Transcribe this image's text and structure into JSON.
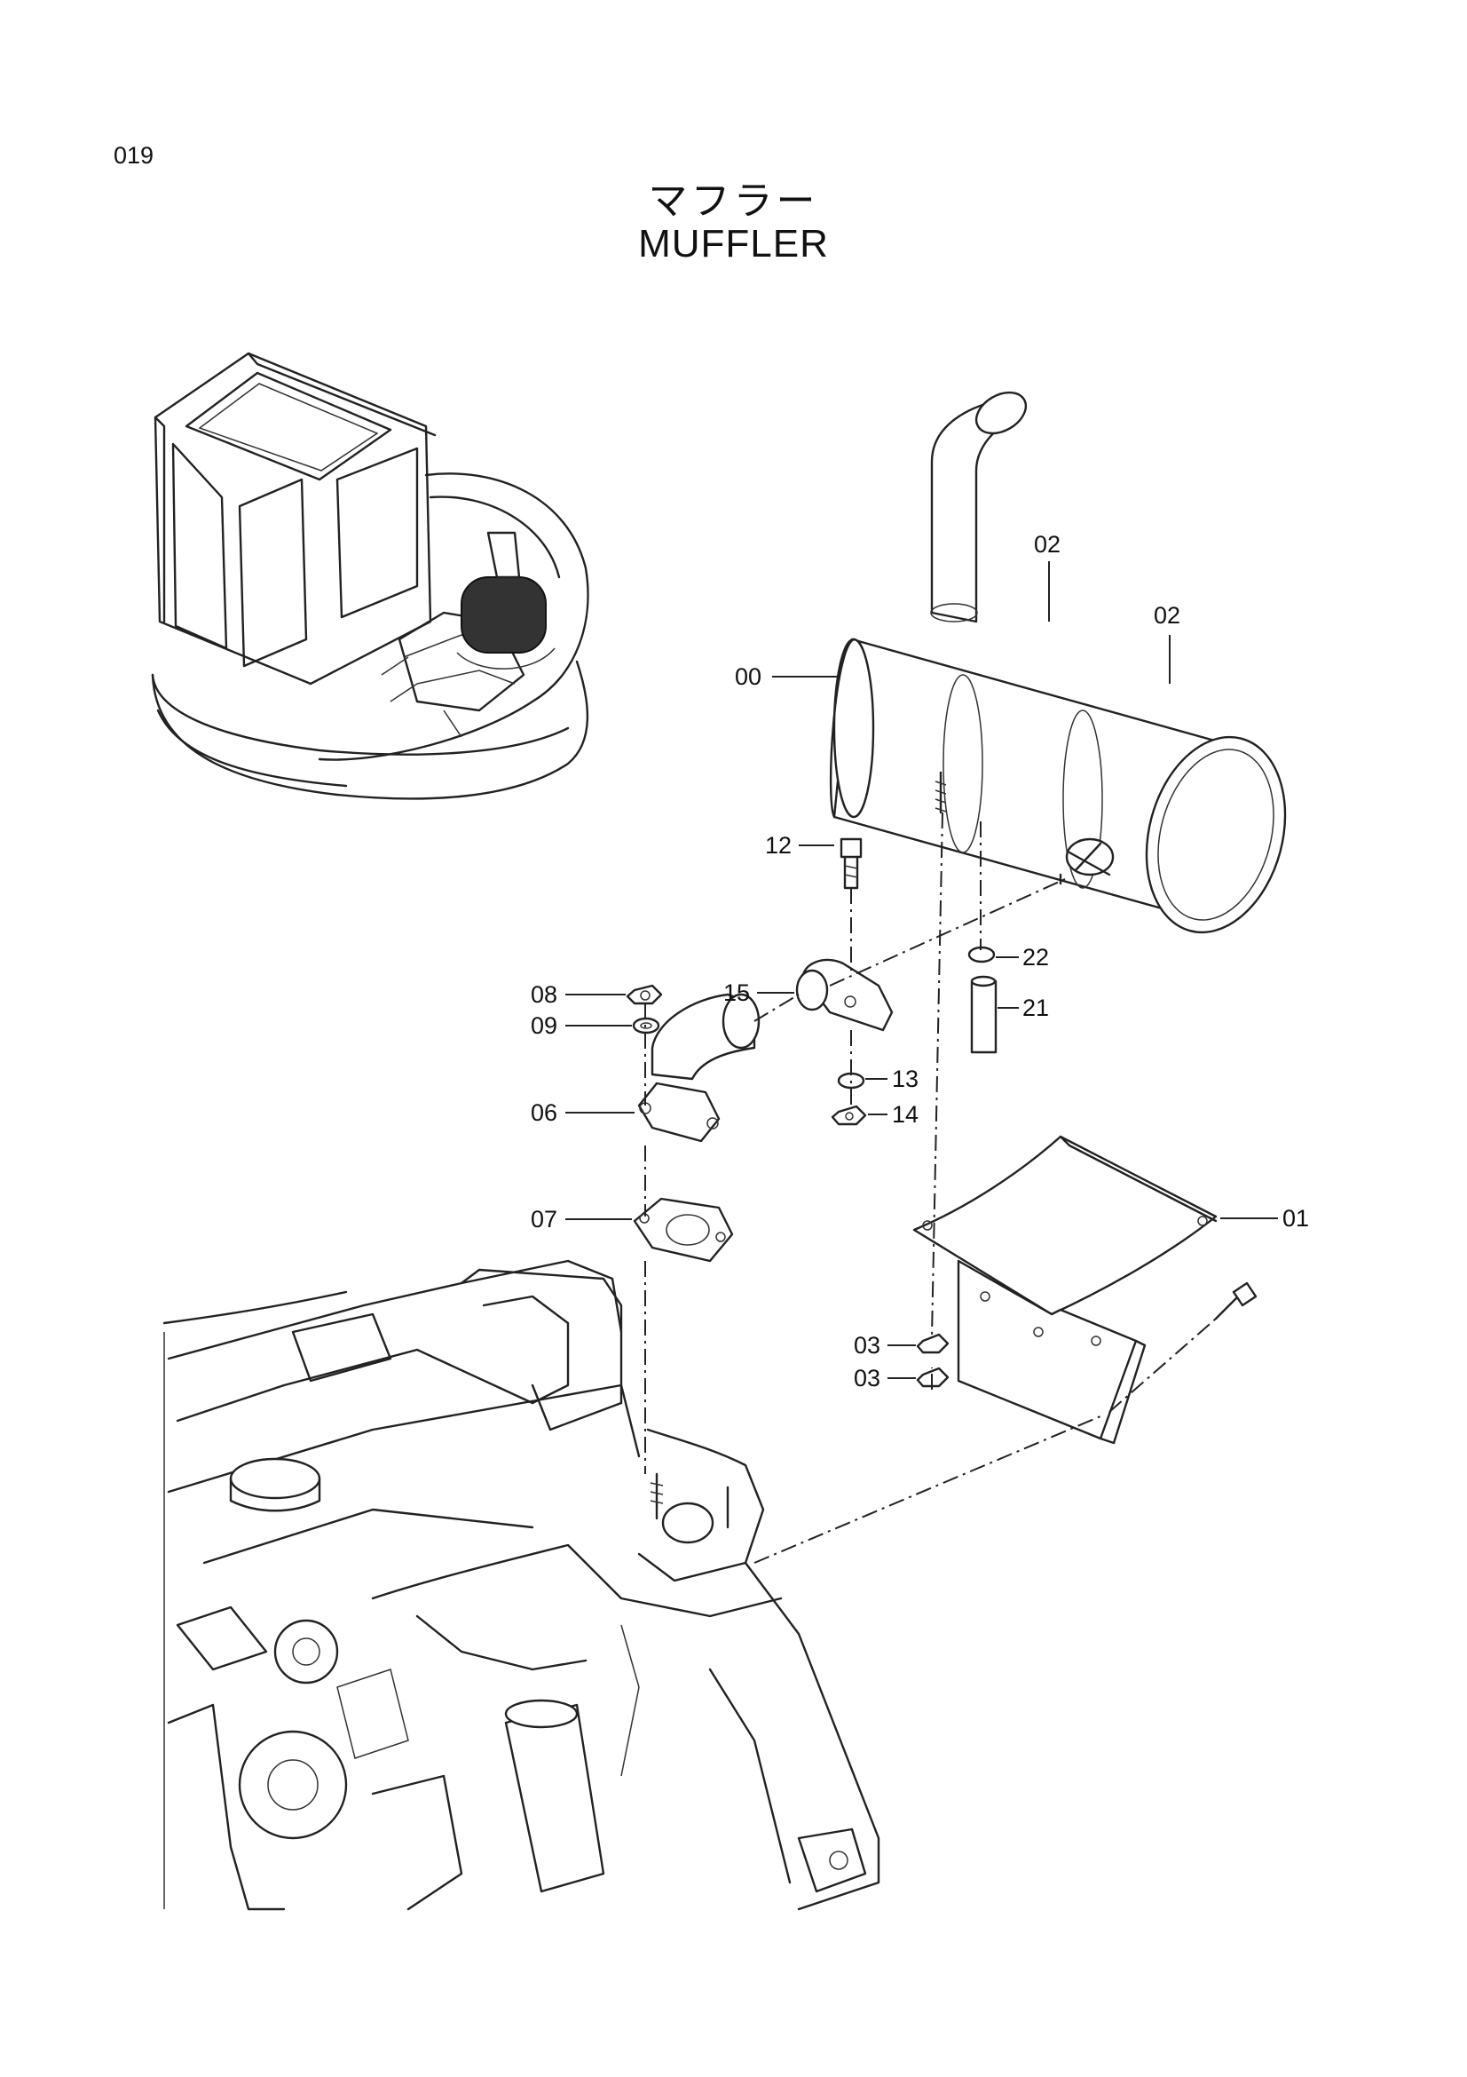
{
  "page": {
    "number": "019",
    "title_jp": "マフラー",
    "title_en": "MUFFLER"
  },
  "callouts": {
    "c00": "00",
    "c01": "01",
    "c02a": "02",
    "c02b": "02",
    "c03a": "03",
    "c03b": "03",
    "c06": "06",
    "c07": "07",
    "c08": "08",
    "c09": "09",
    "c12": "12",
    "c13": "13",
    "c14": "14",
    "c15": "15",
    "c21": "21",
    "c22": "22"
  }
}
